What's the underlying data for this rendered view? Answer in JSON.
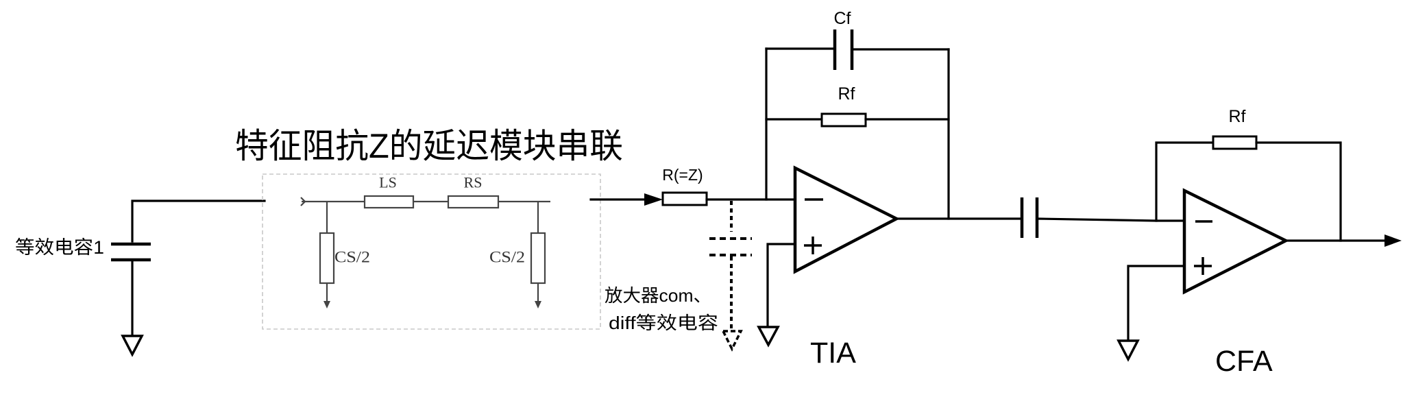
{
  "title": "特征阻抗Z的延迟模块串联",
  "labels": {
    "input_capacitor": "等效电容1",
    "ls": "LS",
    "rs": "RS",
    "cs_left": "CS/2",
    "cs_right": "CS/2",
    "r_z": "R(=Z)",
    "amp_capacitance_line1": "放大器com、",
    "amp_capacitance_line2": "diff等效电容",
    "cf": "Cf",
    "rf_tia": "Rf",
    "rf_cfa": "Rf",
    "tia": "TIA",
    "cfa": "CFA"
  },
  "colors": {
    "wire": "#000000",
    "module_line": "#444444",
    "module_border": "#c8c8c8",
    "background": "#ffffff"
  }
}
